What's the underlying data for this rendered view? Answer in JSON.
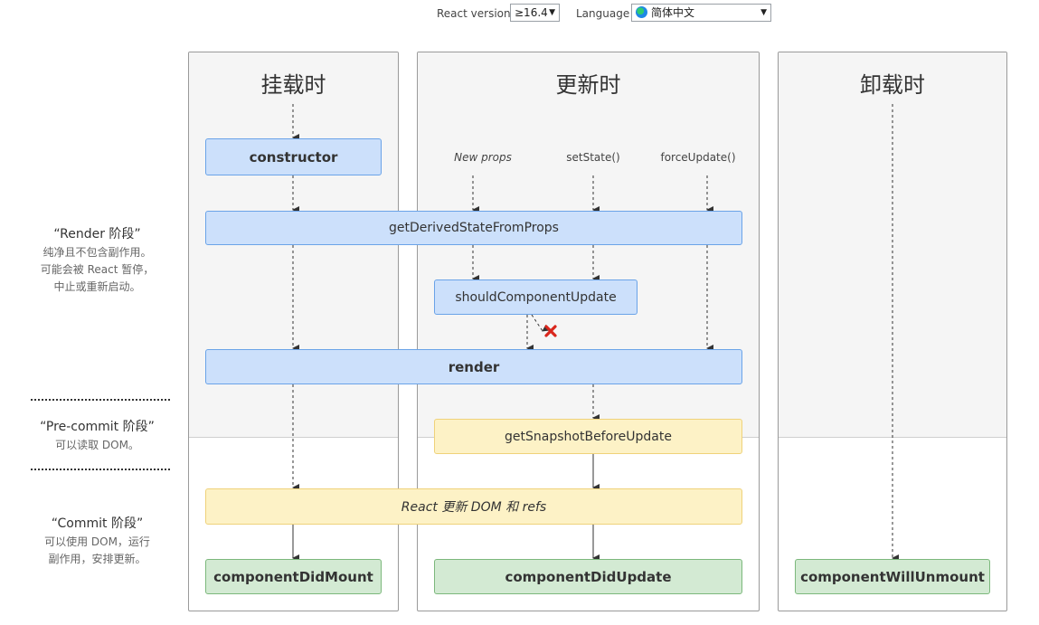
{
  "controls": {
    "react_version_label": "React version",
    "react_version_value": "≥16.4",
    "language_label": "Language",
    "language_value": "简体中文"
  },
  "phases": {
    "render": {
      "title": "“Render 阶段”",
      "desc": "纯净且不包含副作用。\n可能会被 React 暂停，\n中止或重新启动。"
    },
    "precommit": {
      "title": "“Pre-commit 阶段”",
      "desc": "可以读取 DOM。"
    },
    "commit": {
      "title": "“Commit 阶段”",
      "desc": "可以使用 DOM，运行\n副作用，安排更新。"
    }
  },
  "columns": {
    "mounting": "挂载时",
    "updating": "更新时",
    "unmounting": "卸载时"
  },
  "triggers": {
    "new_props": "New props",
    "set_state": "setState()",
    "force_update": "forceUpdate()"
  },
  "methods": {
    "constructor": "constructor",
    "get_derived_state": "getDerivedStateFromProps",
    "should_component_update": "shouldComponentUpdate",
    "render": "render",
    "get_snapshot": "getSnapshotBeforeUpdate",
    "react_updates": "React 更新 DOM 和 refs",
    "did_mount": "componentDidMount",
    "did_update": "componentDidUpdate",
    "will_unmount": "componentWillUnmount"
  },
  "colors": {
    "render_box": "#cce0fb",
    "commit_box": "#fdf2c6",
    "lifecycle_end_box": "#d3ead3",
    "cancel_mark": "#d9261c"
  },
  "icons": {
    "cancel": "x-mark-icon",
    "language": "globe-icon"
  }
}
